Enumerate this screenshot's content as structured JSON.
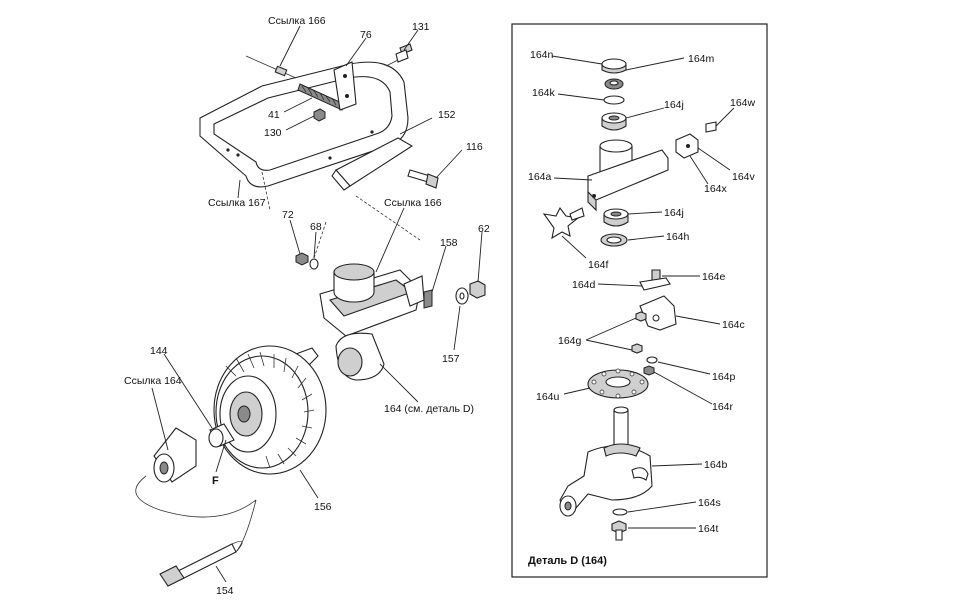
{
  "detail_title": "Деталь D (164)",
  "labels": {
    "ref166_top": "Ссылка 166",
    "p76": "76",
    "p131": "131",
    "p41": "41",
    "p130": "130",
    "p152": "152",
    "p116": "116",
    "ref167": "Ссылка 167",
    "ref166_mid": "Ссылка 166",
    "p72": "72",
    "p68": "68",
    "p158": "158",
    "p62": "62",
    "p157": "157",
    "p144": "144",
    "ref164": "Ссылка 164",
    "pF": "F",
    "p164": "164 (см. деталь D)",
    "p156": "156",
    "p154": "154",
    "d164n": "164n",
    "d164m": "164m",
    "d164k": "164k",
    "d164j_top": "164j",
    "d164w": "164w",
    "d164a": "164a",
    "d164v": "164v",
    "d164x": "164x",
    "d164j_mid": "164j",
    "d164h": "164h",
    "d164f": "164f",
    "d164e": "164e",
    "d164d": "164d",
    "d164c": "164c",
    "d164g": "164g",
    "d164p": "164p",
    "d164u": "164u",
    "d164r": "164r",
    "d164b": "164b",
    "d164s": "164s",
    "d164t": "164t"
  }
}
